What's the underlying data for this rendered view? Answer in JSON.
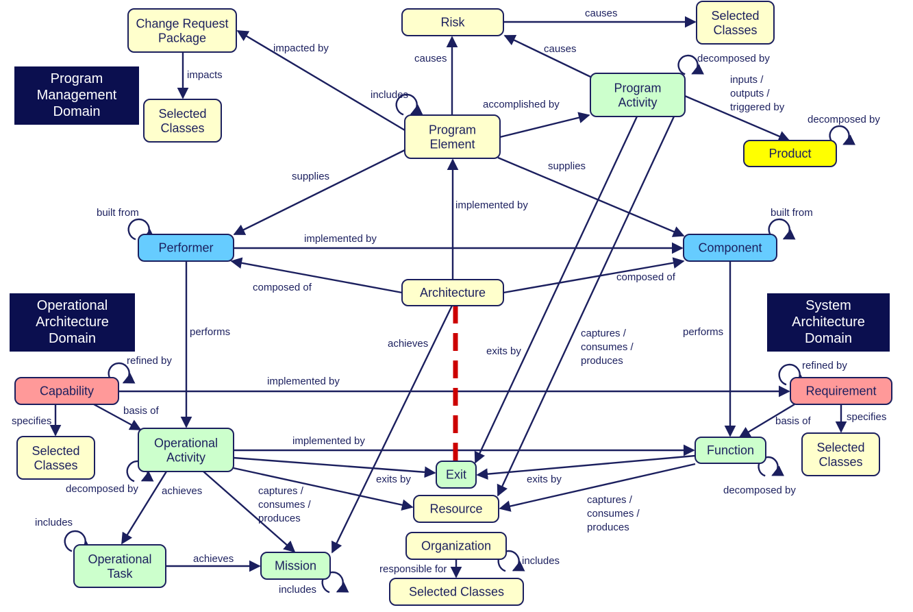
{
  "colors": {
    "yellow_light": "#ffffcc",
    "yellow_bright": "#ffff00",
    "green": "#ccffcc",
    "blue": "#66ccff",
    "pink": "#ff9999",
    "domain": "#0b0f4f",
    "line": "#1b1f5e",
    "dashed": "#cc0000"
  },
  "domains": [
    {
      "id": "program-management-domain",
      "lines": [
        "Program",
        "Management",
        "Domain"
      ]
    },
    {
      "id": "operational-architecture-domain",
      "lines": [
        "Operational",
        "Architecture",
        "Domain"
      ]
    },
    {
      "id": "system-architecture-domain",
      "lines": [
        "System",
        "Architecture",
        "Domain"
      ]
    }
  ],
  "nodes": [
    {
      "id": "change-request-package",
      "lines": [
        "Change Request",
        "Package"
      ],
      "fill": "yellow_light"
    },
    {
      "id": "selected-classes-pm",
      "lines": [
        "Selected",
        "Classes"
      ],
      "fill": "yellow_light"
    },
    {
      "id": "risk",
      "lines": [
        "Risk"
      ],
      "fill": "yellow_light"
    },
    {
      "id": "selected-classes-risk",
      "lines": [
        "Selected",
        "Classes"
      ],
      "fill": "yellow_light"
    },
    {
      "id": "program-element",
      "lines": [
        "Program",
        "Element"
      ],
      "fill": "yellow_light"
    },
    {
      "id": "program-activity",
      "lines": [
        "Program",
        "Activity"
      ],
      "fill": "green"
    },
    {
      "id": "product",
      "lines": [
        "Product"
      ],
      "fill": "yellow_bright"
    },
    {
      "id": "performer",
      "lines": [
        "Performer"
      ],
      "fill": "blue"
    },
    {
      "id": "component",
      "lines": [
        "Component"
      ],
      "fill": "blue"
    },
    {
      "id": "architecture",
      "lines": [
        "Architecture"
      ],
      "fill": "yellow_light"
    },
    {
      "id": "capability",
      "lines": [
        "Capability"
      ],
      "fill": "pink"
    },
    {
      "id": "requirement",
      "lines": [
        "Requirement"
      ],
      "fill": "pink"
    },
    {
      "id": "selected-classes-cap",
      "lines": [
        "Selected",
        "Classes"
      ],
      "fill": "yellow_light"
    },
    {
      "id": "operational-activity",
      "lines": [
        "Operational",
        "Activity"
      ],
      "fill": "green"
    },
    {
      "id": "function",
      "lines": [
        "Function"
      ],
      "fill": "green"
    },
    {
      "id": "selected-classes-req",
      "lines": [
        "Selected",
        "Classes"
      ],
      "fill": "yellow_light"
    },
    {
      "id": "exit",
      "lines": [
        "Exit"
      ],
      "fill": "green"
    },
    {
      "id": "resource",
      "lines": [
        "Resource"
      ],
      "fill": "yellow_light"
    },
    {
      "id": "operational-task",
      "lines": [
        "Operational",
        "Task"
      ],
      "fill": "green"
    },
    {
      "id": "mission",
      "lines": [
        "Mission"
      ],
      "fill": "green"
    },
    {
      "id": "organization",
      "lines": [
        "Organization"
      ],
      "fill": "yellow_light"
    },
    {
      "id": "selected-classes-org",
      "lines": [
        "Selected Classes"
      ],
      "fill": "yellow_light"
    }
  ],
  "relationships": [
    {
      "id": "crp-impacts",
      "from": "change-request-package",
      "to": "selected-classes-pm",
      "label": [
        "impacts"
      ]
    },
    {
      "id": "pe-impacted-by",
      "from": "program-element",
      "to": "change-request-package",
      "label": [
        "impacted by"
      ]
    },
    {
      "id": "pe-causes-risk",
      "from": "program-element",
      "to": "risk",
      "label": [
        "causes"
      ]
    },
    {
      "id": "risk-causes",
      "from": "risk",
      "to": "selected-classes-risk",
      "label": [
        "causes"
      ]
    },
    {
      "id": "pa-causes-risk",
      "from": "program-activity",
      "to": "risk",
      "label": [
        "causes"
      ]
    },
    {
      "id": "pe-includes",
      "from": "program-element",
      "to": "program-element",
      "label": [
        "includes"
      ]
    },
    {
      "id": "pe-accomplished-by",
      "from": "program-element",
      "to": "program-activity",
      "label": [
        "accomplished by"
      ]
    },
    {
      "id": "pa-decomposed-by",
      "from": "program-activity",
      "to": "program-activity",
      "label": [
        "decomposed by"
      ]
    },
    {
      "id": "pa-product",
      "from": "program-activity",
      "to": "product",
      "label": [
        "inputs /",
        "outputs /",
        "triggered by"
      ]
    },
    {
      "id": "product-decomposed-by",
      "from": "product",
      "to": "product",
      "label": [
        "decomposed by"
      ]
    },
    {
      "id": "pe-supplies-performer",
      "from": "program-element",
      "to": "performer",
      "label": [
        "supplies"
      ]
    },
    {
      "id": "pe-supplies-component",
      "from": "program-element",
      "to": "component",
      "label": [
        "supplies"
      ]
    },
    {
      "id": "arch-implemented-by",
      "from": "architecture",
      "to": "program-element",
      "label": [
        "implemented by"
      ]
    },
    {
      "id": "performer-built-from",
      "from": "performer",
      "to": "performer",
      "label": [
        "built from"
      ]
    },
    {
      "id": "component-built-from",
      "from": "component",
      "to": "component",
      "label": [
        "built from"
      ]
    },
    {
      "id": "performer-implemented-by",
      "from": "performer",
      "to": "component",
      "label": [
        "implemented by"
      ]
    },
    {
      "id": "arch-composed-performer",
      "from": "architecture",
      "to": "performer",
      "label": [
        "composed of"
      ]
    },
    {
      "id": "arch-composed-component",
      "from": "architecture",
      "to": "component",
      "label": [
        "composed of"
      ]
    },
    {
      "id": "performer-performs",
      "from": "performer",
      "to": "operational-activity",
      "label": [
        "performs"
      ]
    },
    {
      "id": "component-performs",
      "from": "component",
      "to": "function",
      "label": [
        "performs"
      ]
    },
    {
      "id": "arch-achieves",
      "from": "architecture",
      "to": "mission",
      "label": [
        "achieves"
      ]
    },
    {
      "id": "pa-exits-by",
      "from": "program-activity",
      "to": "exit",
      "label": [
        "exits by"
      ]
    },
    {
      "id": "pa-ccp",
      "from": "program-activity",
      "to": "resource",
      "label": [
        "captures /",
        "consumes /",
        "produces"
      ]
    },
    {
      "id": "cap-refined-by",
      "from": "capability",
      "to": "capability",
      "label": [
        "refined by"
      ]
    },
    {
      "id": "cap-implemented-by",
      "from": "capability",
      "to": "requirement",
      "label": [
        "implemented by"
      ]
    },
    {
      "id": "req-refined-by",
      "from": "requirement",
      "to": "requirement",
      "label": [
        "refined by"
      ]
    },
    {
      "id": "cap-specifies",
      "from": "capability",
      "to": "selected-classes-cap",
      "label": [
        "specifies"
      ]
    },
    {
      "id": "cap-basis-of",
      "from": "capability",
      "to": "operational-activity",
      "label": [
        "basis of"
      ]
    },
    {
      "id": "req-basis-of",
      "from": "requirement",
      "to": "function",
      "label": [
        "basis of"
      ]
    },
    {
      "id": "req-specifies",
      "from": "requirement",
      "to": "selected-classes-req",
      "label": [
        "specifies"
      ]
    },
    {
      "id": "oa-implemented-by",
      "from": "operational-activity",
      "to": "function",
      "label": [
        "implemented by"
      ]
    },
    {
      "id": "oa-exits-by",
      "from": "operational-activity",
      "to": "exit",
      "label": [
        "exits by"
      ]
    },
    {
      "id": "function-exits-by",
      "from": "function",
      "to": "exit",
      "label": [
        "exits by"
      ]
    },
    {
      "id": "oa-resource",
      "from": "operational-activity",
      "to": "resource",
      "label": [
        "captures /",
        "consumes /",
        "produces"
      ]
    },
    {
      "id": "function-ccp",
      "from": "function",
      "to": "resource",
      "label": [
        "captures /",
        "consumes /",
        "produces"
      ]
    },
    {
      "id": "oa-decomposed-by",
      "from": "operational-activity",
      "to": "operational-activity",
      "label": [
        "decomposed by"
      ]
    },
    {
      "id": "function-decomposed-by",
      "from": "function",
      "to": "function",
      "label": [
        "decomposed by"
      ]
    },
    {
      "id": "oa-achieves",
      "from": "operational-activity",
      "to": "operational-task",
      "label": [
        "achieves"
      ]
    },
    {
      "id": "oa-mission",
      "from": "operational-activity",
      "to": "mission",
      "label": []
    },
    {
      "id": "task-includes",
      "from": "operational-task",
      "to": "operational-task",
      "label": [
        "includes"
      ]
    },
    {
      "id": "task-achieves",
      "from": "operational-task",
      "to": "mission",
      "label": [
        "achieves"
      ]
    },
    {
      "id": "mission-includes",
      "from": "mission",
      "to": "mission",
      "label": [
        "includes"
      ]
    },
    {
      "id": "org-responsible-for",
      "from": "organization",
      "to": "selected-classes-org",
      "label": [
        "responsible for"
      ]
    },
    {
      "id": "org-includes",
      "from": "organization",
      "to": "organization",
      "label": [
        "includes"
      ]
    },
    {
      "id": "arch-exit-dashed",
      "from": "architecture",
      "to": "exit",
      "label": []
    }
  ]
}
